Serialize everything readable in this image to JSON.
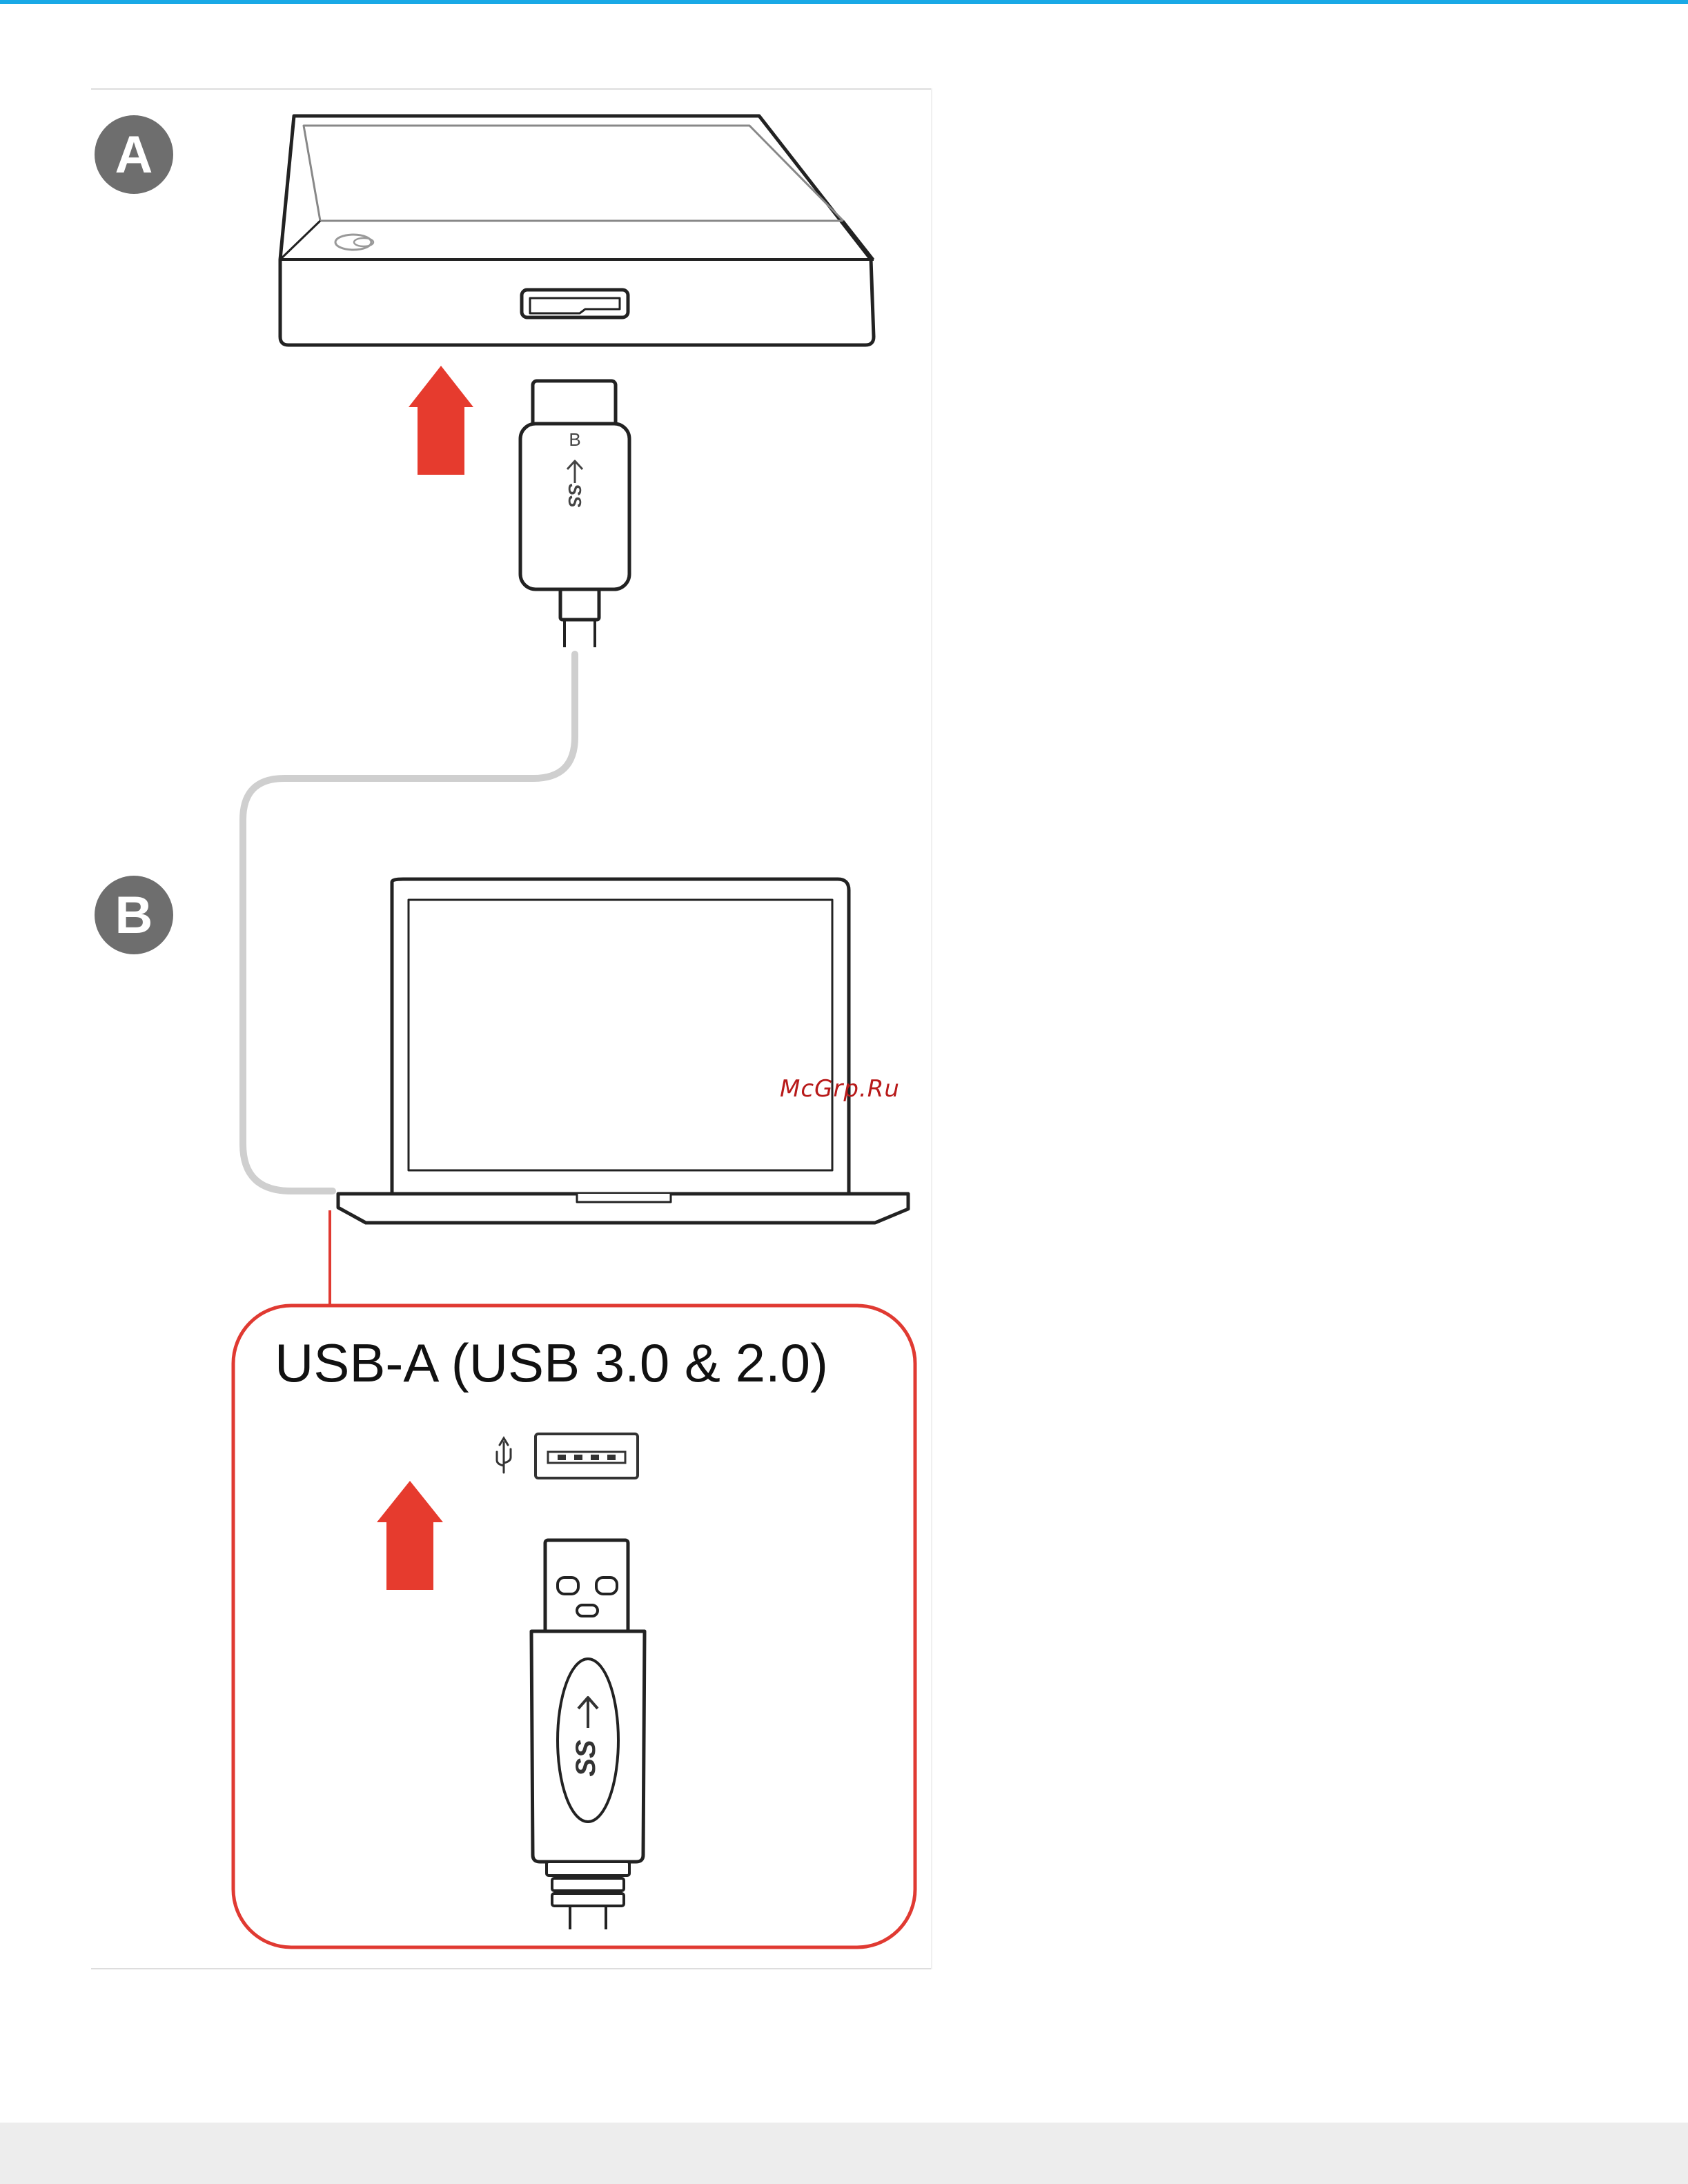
{
  "labels": {
    "step_a": "A",
    "step_b": "B",
    "usb_port_title": "USB-A (USB 3.0 & 2.0)",
    "cable_end_letter": "B",
    "usb_logo_text": "SS",
    "watermark": "McGrp.Ru"
  },
  "colors": {
    "accent_rule": "#19a9e6",
    "arrow_red": "#e63b2e",
    "callout_red": "#e03a32",
    "badge_gray": "#6e6e6e",
    "cable_gray": "#cfcfcf",
    "footer_gray": "#ededed"
  },
  "icons": [
    "usb-trident-icon",
    "up-arrow-icon",
    "step-badge-icon"
  ]
}
